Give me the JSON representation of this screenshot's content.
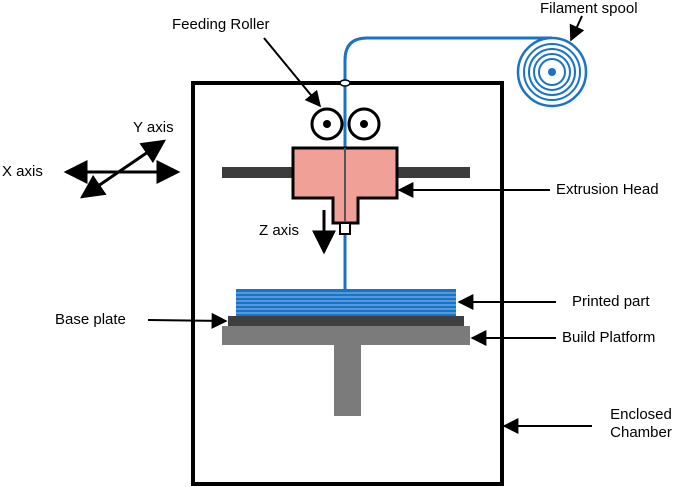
{
  "labels": {
    "filament_spool": "Filament spool",
    "feeding_roller": "Feeding Roller",
    "y_axis": "Y axis",
    "x_axis": "X axis",
    "z_axis": "Z axis",
    "extrusion_head": "Extrusion Head",
    "printed_part": "Printed part",
    "base_plate": "Base plate",
    "build_platform": "Build Platform",
    "enclosed_chamber": [
      "Enclosed",
      "Chamber"
    ]
  },
  "colors": {
    "filament": "#1a73c6",
    "extrusion_head": "#f0a097",
    "rail": "#3c3c3c",
    "platform": "#7b7b7b",
    "base_plate": "#3f3f3f",
    "chamber": "#000000"
  }
}
